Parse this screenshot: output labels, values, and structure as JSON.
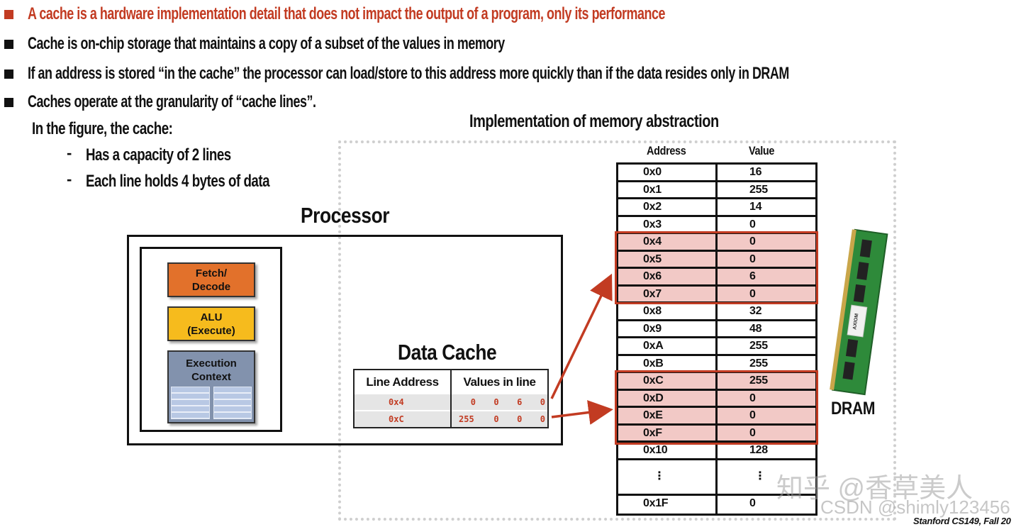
{
  "bullets": [
    {
      "text": "A cache is a hardware implementation detail that does not impact the output of a program, only its performance",
      "color": "#c23b22"
    },
    {
      "text": "Cache is on-chip storage that maintains a copy of a subset of the values in memory"
    },
    {
      "text": "If an address is stored “in the cache” the processor can load/store to this address more quickly than if the data resides only in DRAM"
    },
    {
      "text": "Caches operate at the granularity of “cache lines”."
    }
  ],
  "figure_intro": "In the figure, the cache:",
  "sub_bullets": [
    "Has a capacity of 2 lines",
    "Each line holds 4 bytes of data"
  ],
  "diagram": {
    "impl_title": "Implementation of memory abstraction",
    "processor_title": "Processor",
    "units": {
      "fetch": [
        "Fetch/",
        "Decode"
      ],
      "alu": [
        "ALU",
        "(Execute)"
      ],
      "exec": [
        "Execution",
        "Context"
      ]
    },
    "data_cache": {
      "title": "Data Cache",
      "headers": [
        "Line Address",
        "Values in line"
      ],
      "rows": [
        {
          "addr": "0x4",
          "values": [
            "0",
            "0",
            "6",
            "0"
          ]
        },
        {
          "addr": "0xC",
          "values": [
            "255",
            "0",
            "0",
            "0"
          ]
        }
      ]
    },
    "memory": {
      "headers": [
        "Address",
        "Value"
      ],
      "rows": [
        {
          "addr": "0x0",
          "val": "16"
        },
        {
          "addr": "0x1",
          "val": "255"
        },
        {
          "addr": "0x2",
          "val": "14"
        },
        {
          "addr": "0x3",
          "val": "0"
        },
        {
          "addr": "0x4",
          "val": "0"
        },
        {
          "addr": "0x5",
          "val": "0"
        },
        {
          "addr": "0x6",
          "val": "6"
        },
        {
          "addr": "0x7",
          "val": "0"
        },
        {
          "addr": "0x8",
          "val": "32"
        },
        {
          "addr": "0x9",
          "val": "48"
        },
        {
          "addr": "0xA",
          "val": "255"
        },
        {
          "addr": "0xB",
          "val": "255"
        },
        {
          "addr": "0xC",
          "val": "255"
        },
        {
          "addr": "0xD",
          "val": "0"
        },
        {
          "addr": "0xE",
          "val": "0"
        },
        {
          "addr": "0xF",
          "val": "0"
        },
        {
          "addr": "0x10",
          "val": "128"
        },
        {
          "addr": "⋮",
          "val": "⋮"
        },
        {
          "addr": "0x1F",
          "val": "0"
        }
      ],
      "highlight_color": "#c23b22"
    },
    "dram_label": "DRAM",
    "dram_brand": "AXIOM"
  },
  "footer": "Stanford CS149, Fall 20",
  "watermarks": [
    "知乎 @香草美人",
    "CSDN @shimly123456"
  ]
}
